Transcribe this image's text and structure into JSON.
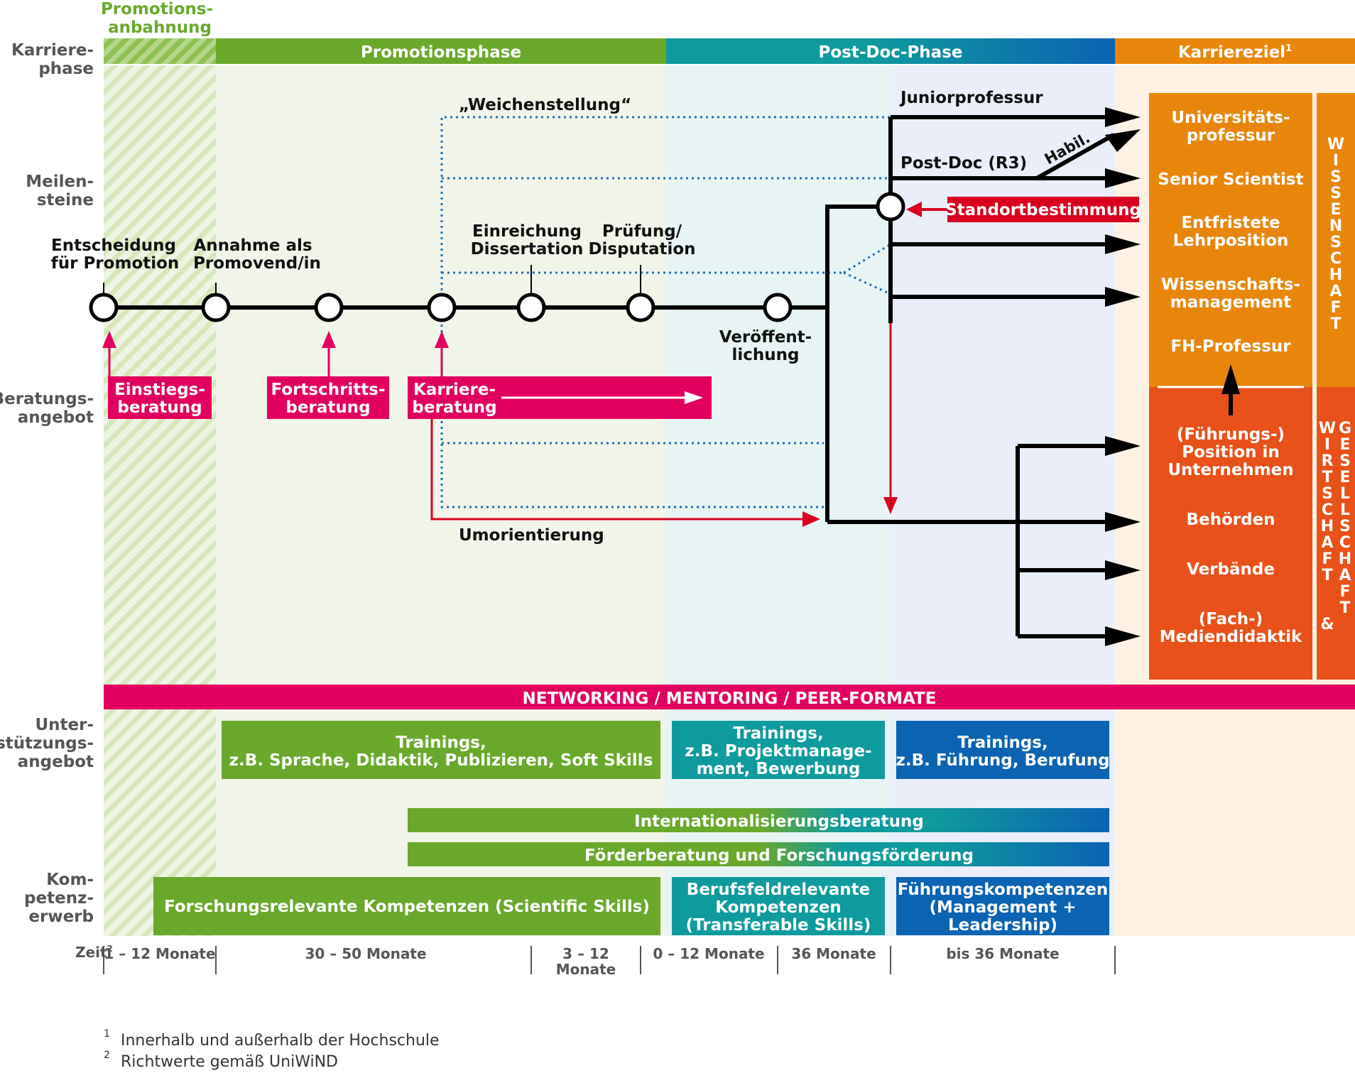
{
  "phases": {
    "anbahnung": [
      "Promotions-",
      "anbahnung"
    ],
    "promotion": "Promotionsphase",
    "postdoc": "Post-Doc-Phase",
    "goal": "Karriereziel",
    "goal_sup": "1"
  },
  "row_labels": {
    "karrierephase": [
      "Karriere-",
      "phase"
    ],
    "meilensteine": [
      "Meilen-",
      "steine"
    ],
    "beratung": [
      "Beratungs-",
      "angebot"
    ],
    "unterstuetzung": [
      "Unter-",
      "stützungs-",
      "angebot"
    ],
    "kompetenz": [
      "Kom-",
      "petenz-",
      "erwerb"
    ]
  },
  "milestones": {
    "entscheidung": [
      "Entscheidung",
      "für Promotion"
    ],
    "annahme": [
      "Annahme als",
      "Promovend/in"
    ],
    "einreichung": [
      "Einreichung",
      "Dissertation"
    ],
    "pruefung": [
      "Prüfung/",
      "Disputation"
    ],
    "veroeffentlichung": [
      "Veröffent-",
      "lichung"
    ]
  },
  "paths": {
    "weichenstellung": "„Weichenstellung“",
    "juniorprofessur": "Juniorprofessur",
    "postdoc_r3": "Post-Doc (R3)",
    "habil": "Habil.",
    "standort": "Standortbestimmung",
    "umorientierung": "Umorientierung"
  },
  "beratung": {
    "einstieg": [
      "Einstiegs-",
      "beratung"
    ],
    "fortschritt": [
      "Fortschritts-",
      "beratung"
    ],
    "karriere": [
      "Karriere-",
      "beratung"
    ]
  },
  "goals_science": [
    [
      "Universitäts-",
      "professur"
    ],
    [
      "Senior Scientist"
    ],
    [
      "Entfristete",
      "Lehrposition"
    ],
    [
      "Wissenschafts-",
      "management"
    ],
    [
      "FH-Professur"
    ]
  ],
  "goals_business": [
    [
      "(Führungs-)",
      "Position in",
      "Unternehmen"
    ],
    [
      "Behörden"
    ],
    [
      "Verbände"
    ],
    [
      "(Fach-)",
      "Mediendidaktik"
    ]
  ],
  "side_labels": {
    "wissenschaft": "WISSENSCHAFT",
    "wirtschaft": "WIRTSCHAFT",
    "gesellschaft": "GESELLSCHAFT",
    "ampersand": "&"
  },
  "networking": "NETWORKING / MENTORING / PEER-FORMATE",
  "trainings": {
    "promotion": [
      "Trainings,",
      "z.B. Sprache, Didaktik, Publizieren, Soft Skills"
    ],
    "postdoc1": [
      "Trainings,",
      "z.B. Projektmanage-",
      "ment, Bewerbung"
    ],
    "postdoc2": [
      "Trainings,",
      "z.B. Führung, Berufung"
    ]
  },
  "bars": {
    "international": "Internationalisierungsberatung",
    "foerder": "Förderberatung und Forschungsförderung"
  },
  "kompetenzen": {
    "scientific": "Forschungsrelevante Kompetenzen (Scientific Skills)",
    "transferable": [
      "Berufsfeldrelevante",
      "Kompetenzen",
      "(Transferable Skills)"
    ],
    "management": [
      "Führungskompetenzen",
      "(Management +",
      "Leadership)"
    ]
  },
  "time": {
    "label": "Zeit",
    "label_sup": "2",
    "segments": [
      "1 – 12 Monate",
      "30 – 50 Monate",
      "3 – 12",
      "Monate",
      "0 – 12 Monate",
      "36 Monate",
      "bis 36 Monate"
    ]
  },
  "footnotes": [
    {
      "num": "1",
      "text": "Innerhalb und außerhalb der Hochschule"
    },
    {
      "num": "2",
      "text": "Richtwerte gemäß UniWiND"
    }
  ],
  "colors": {
    "green": "#6aa82c",
    "teal": "#0f9a9d",
    "blue": "#0b63b2",
    "orange_dark": "#e8511a",
    "orange_light": "#e8860c",
    "magenta": "#e2005f",
    "red": "#d8001e",
    "dotted_blue": "#1f6fb8"
  }
}
